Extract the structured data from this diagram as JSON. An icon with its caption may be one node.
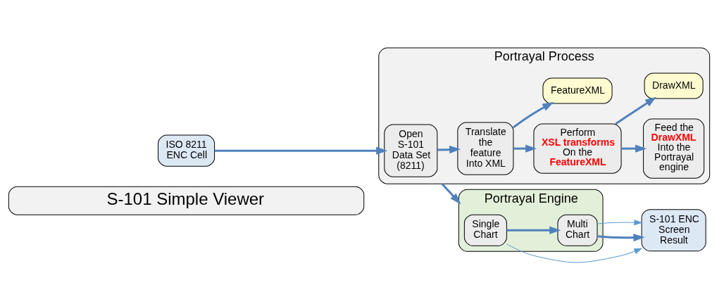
{
  "diagram": {
    "nodes": [
      {
        "text": [
          "S-101 Simple Viewer"
        ]
      },
      {
        "text": [
          "ISO 8211 ENC Cell"
        ]
      },
      {
        "text": [
          "Portrayal Process"
        ]
      },
      {
        "text": [
          "Open S-101 Data Set (8211)"
        ],
        "in": 2
      },
      {
        "text": [
          "Translate the feature Into XML"
        ],
        "in": 2
      },
      {
        "text": [
          "Perform **XSL transforms** On the **FeatureXML**"
        ],
        "in": 2
      },
      {
        "text": [
          "Feed the **DrawXML** Into the Portrayal engine"
        ],
        "in": 2
      },
      {
        "text": [
          "FeatureXML"
        ],
        "in": 2
      },
      {
        "text": [
          "DrawXML"
        ],
        "in": 2
      },
      {
        "text": [
          "Portrayal Engine"
        ]
      },
      {
        "text": [
          "Single Chart"
        ],
        "in": 9
      },
      {
        "text": [
          "Multi Chart"
        ],
        "in": 9
      },
      {
        "text": [
          "S-101 ENC Screen Result"
        ]
      }
    ],
    "edges": [
      {
        "from": 1,
        "to": 3,
        "arrow": "to"
      },
      {
        "from": 3,
        "to": 4,
        "arrow": "to"
      },
      {
        "from": 4,
        "to": 5,
        "arrow": "to"
      },
      {
        "from": 5,
        "to": 6,
        "arrow": "to"
      },
      {
        "from": 4,
        "to": 7,
        "arrow": "to"
      },
      {
        "from": 5,
        "to": 8,
        "arrow": "to"
      },
      {
        "from": 2,
        "to": 9,
        "arrow": "to"
      },
      {
        "from": 10,
        "to": 11,
        "arrow": "to"
      },
      {
        "from": 11,
        "to": 12,
        "arrow": "to"
      },
      {
        "from": 10,
        "to": 12,
        "arrow": "to",
        "color": "#5b9bd5"
      },
      {
        "from": 11,
        "to": 12,
        "arrow": "to",
        "color": "#5b9bd5"
      }
    ]
  }
}
